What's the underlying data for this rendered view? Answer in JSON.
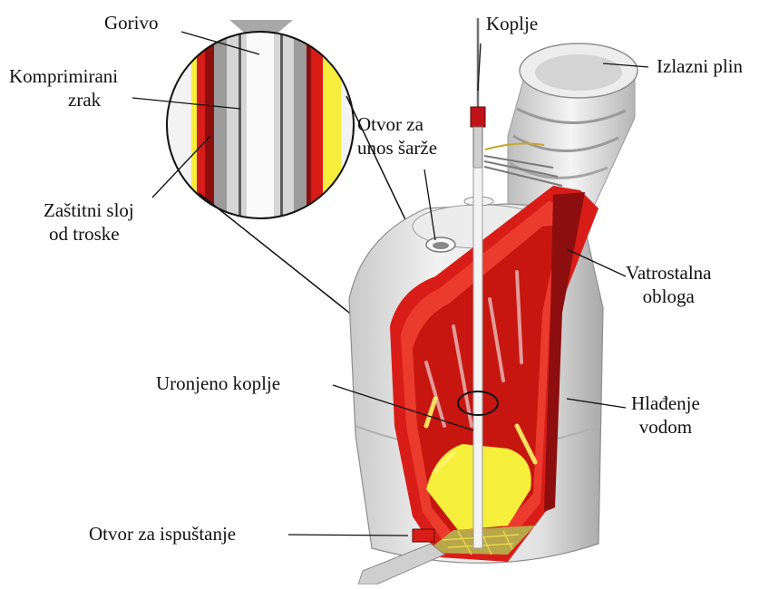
{
  "labels": {
    "gorivo": "Gorivo",
    "komprimirani_1": "Komprimirani",
    "komprimirani_2": "zrak",
    "zastitni_1": "Zaštitni sloj",
    "zastitni_2": "od troske",
    "koplje": "Koplje",
    "izlazni_plin": "Izlazni plin",
    "otvor_unos_1": "Otvor za",
    "otvor_unos_2": "unos šarže",
    "vatrostalna_1": "Vatrostalna",
    "vatrostalna_2": "obloga",
    "uronjeno_koplje": "Uronjeno koplje",
    "hladenje_1": "Hlađenje",
    "hladenje_2": "vodom",
    "otvor_ispustanje": "Otvor za ispuštanje"
  },
  "colors": {
    "refractory_red": "#d91f1a",
    "dark_red": "#8e0f0f",
    "flame_yellow": "#f5ee3a",
    "shell_grey": "#dcdcdc",
    "shell_dark": "#a6a6a6",
    "lance_white": "#f4f4f4"
  }
}
